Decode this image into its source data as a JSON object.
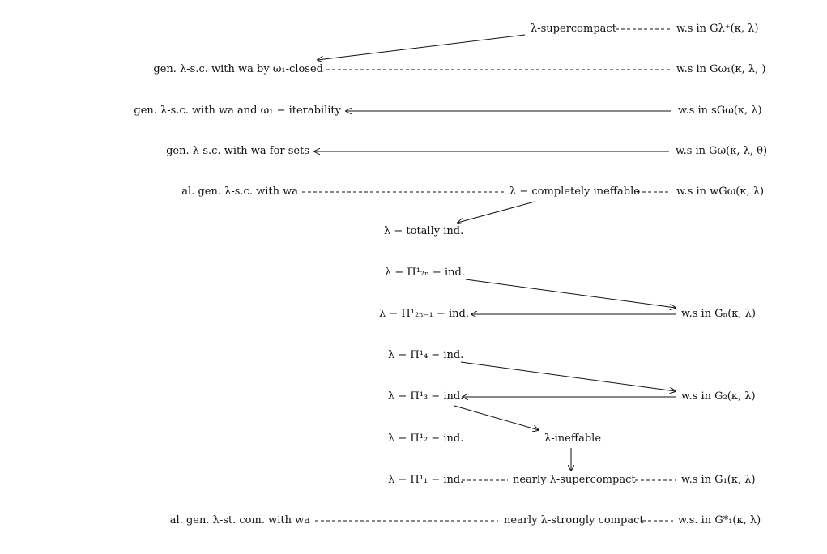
{
  "nodes": {
    "sc": "λ-supercompact",
    "ws_gl": "w.s in Gλ⁺(κ, λ)",
    "gen_omega1": "gen. λ-s.c. with wa by ω₁-closed",
    "ws_gw1": "w.s in Gω₁(κ, λ, )",
    "gen_iter": "gen. λ-s.c. with wa and ω₁ − iterability",
    "ws_sgw": "w.s in sGω(κ, λ)",
    "gen_sets": "gen. λ-s.c. with wa for sets",
    "ws_gw": "w.s in Gω(κ, λ, θ)",
    "al_gen": "al. gen. λ-s.c. with wa",
    "comp_ineff": "λ − completely ineffable",
    "ws_wgw": "w.s in wGω(κ, λ)",
    "tot_ind": "λ − totally ind.",
    "pi_2n": "λ − Π¹₂ₙ − ind.",
    "pi_2n1": "λ − Π¹₂ₙ₋₁ − ind.",
    "ws_gn": "w.s in Gₙ(κ, λ)",
    "pi_4": "λ − Π¹₄ − ind.",
    "pi_3": "λ − Π¹₃ − ind.",
    "ws_g2": "w.s in G₂(κ, λ)",
    "pi_2": "λ − Π¹₂ − ind.",
    "ineff": "λ-ineffable",
    "pi_1": "λ − Π¹₁ − ind.",
    "nearly_sc": "nearly λ-supercompact",
    "ws_g1": "w.s in G₁(κ, λ)",
    "al_gen_st": "al. gen. λ-st. com. with wa",
    "nearly_strong": "nearly λ-strongly compact",
    "ws_g1star": "w.s. in G*₁(κ, λ)"
  }
}
